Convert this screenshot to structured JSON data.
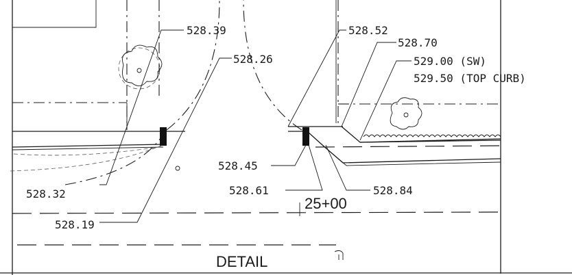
{
  "title": "DETAIL",
  "station": "25+00",
  "elevations": {
    "e1": "528.39",
    "e2": "528.26",
    "e3": "528.52",
    "e4": "528.70",
    "e5": "529.00 (SW)",
    "e6": "529.50 (TOP CURB)",
    "e7": "528.32",
    "e8": "528.19",
    "e9": "528.45",
    "e10": "528.61",
    "e11": "528.84"
  }
}
